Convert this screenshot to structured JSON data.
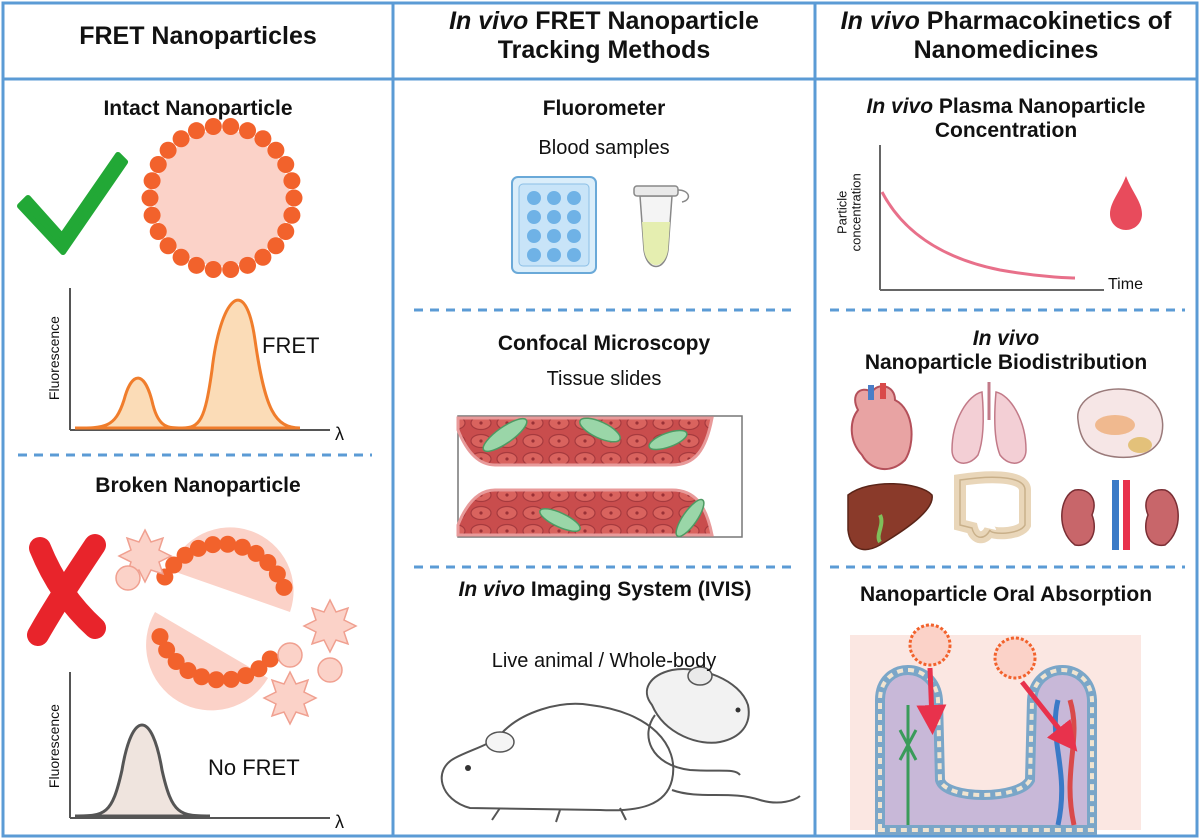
{
  "columns": [
    {
      "header_italic": "",
      "header_rest": "FRET Nanoparticles",
      "sections": [
        {
          "title": "Intact Nanoparticle",
          "plot": {
            "ylabel": "Fluorescence",
            "xlabel": "λ",
            "annotation": "FRET"
          }
        },
        {
          "title": "Broken Nanoparticle",
          "plot": {
            "ylabel": "Fluorescence",
            "xlabel": "λ",
            "annotation": "No FRET"
          }
        }
      ]
    },
    {
      "header_italic": "In vivo",
      "header_rest": " FRET Nanoparticle Tracking Methods",
      "sections": [
        {
          "title": "Fluorometer",
          "subtitle": "Blood samples"
        },
        {
          "title": "Confocal Microscopy",
          "subtitle": "Tissue slides"
        },
        {
          "title_italic": "In vivo",
          "title_rest": " Imaging System (IVIS)",
          "subtitle": "Live animal / Whole-body"
        }
      ]
    },
    {
      "header_italic": "In vivo",
      "header_rest": " Pharmacokinetics of Nanomedicines",
      "sections": [
        {
          "title_italic": "In vivo",
          "title_rest": " Plasma Nanoparticle Concentration",
          "plot": {
            "ylabel_line1": "Particle",
            "ylabel_line2": "concentration",
            "xlabel": "Time"
          }
        },
        {
          "title_italic": "In vivo",
          "title_rest": "Nanoparticle Biodistribution"
        },
        {
          "title": "Nanoparticle Oral Absorption"
        }
      ]
    }
  ],
  "colors": {
    "border": "#5b9bd5",
    "nanoparticle_bead": "#f2622c",
    "nanoparticle_core": "#fbd2c8",
    "check": "#22a836",
    "cross": "#e8242b",
    "fret_fill": "#fbdcb7",
    "no_fret_fill": "#efe4de",
    "decay_curve": "#e8708a",
    "blood_drop": "#e84b5c"
  }
}
